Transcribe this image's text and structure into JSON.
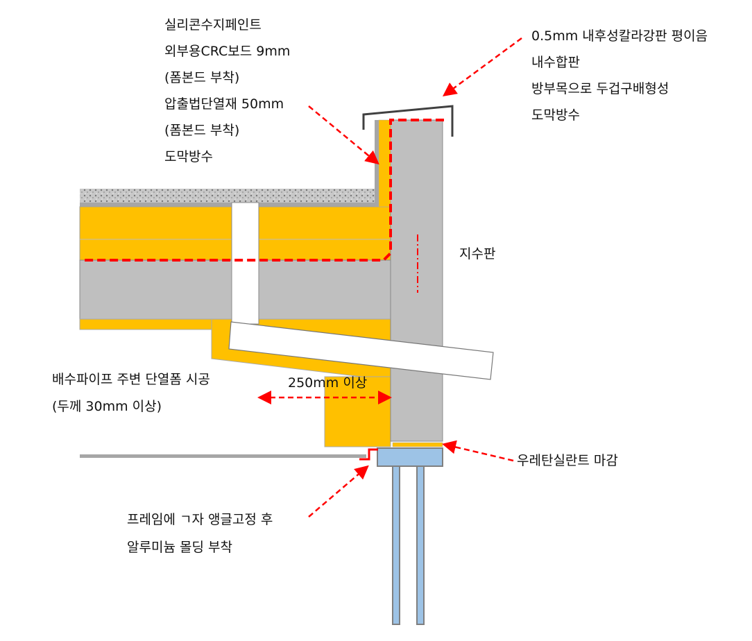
{
  "labels": {
    "finish_stack": [
      "실리콘수지페인트",
      "외부용CRC보드 9mm",
      "(폼본드 부착)",
      "압출법단열재 50mm",
      "(폼본드 부착)",
      "도막방수"
    ],
    "coping_stack": [
      "0.5mm 내후성칼라강판 평이음",
      "내수합판",
      "방부목으로 두겁구배형성",
      "도막방수"
    ],
    "waterstop": "지수판",
    "drain_pipe": [
      "배수파이프 주변 단열폼 시공",
      "(두께 30mm 이상)"
    ],
    "dimension": "250mm 이상",
    "sealant": "우레탄실란트 마감",
    "angle": [
      "프레임에 ㄱ자 앵글고정 후",
      "알루미늄 몰딩 부착"
    ]
  },
  "colors": {
    "insulation": "#FFC000",
    "concrete": "#BFBFBF",
    "callout": "#FF0000",
    "aluminum": "#9DC3E6",
    "cap": "#404040"
  }
}
